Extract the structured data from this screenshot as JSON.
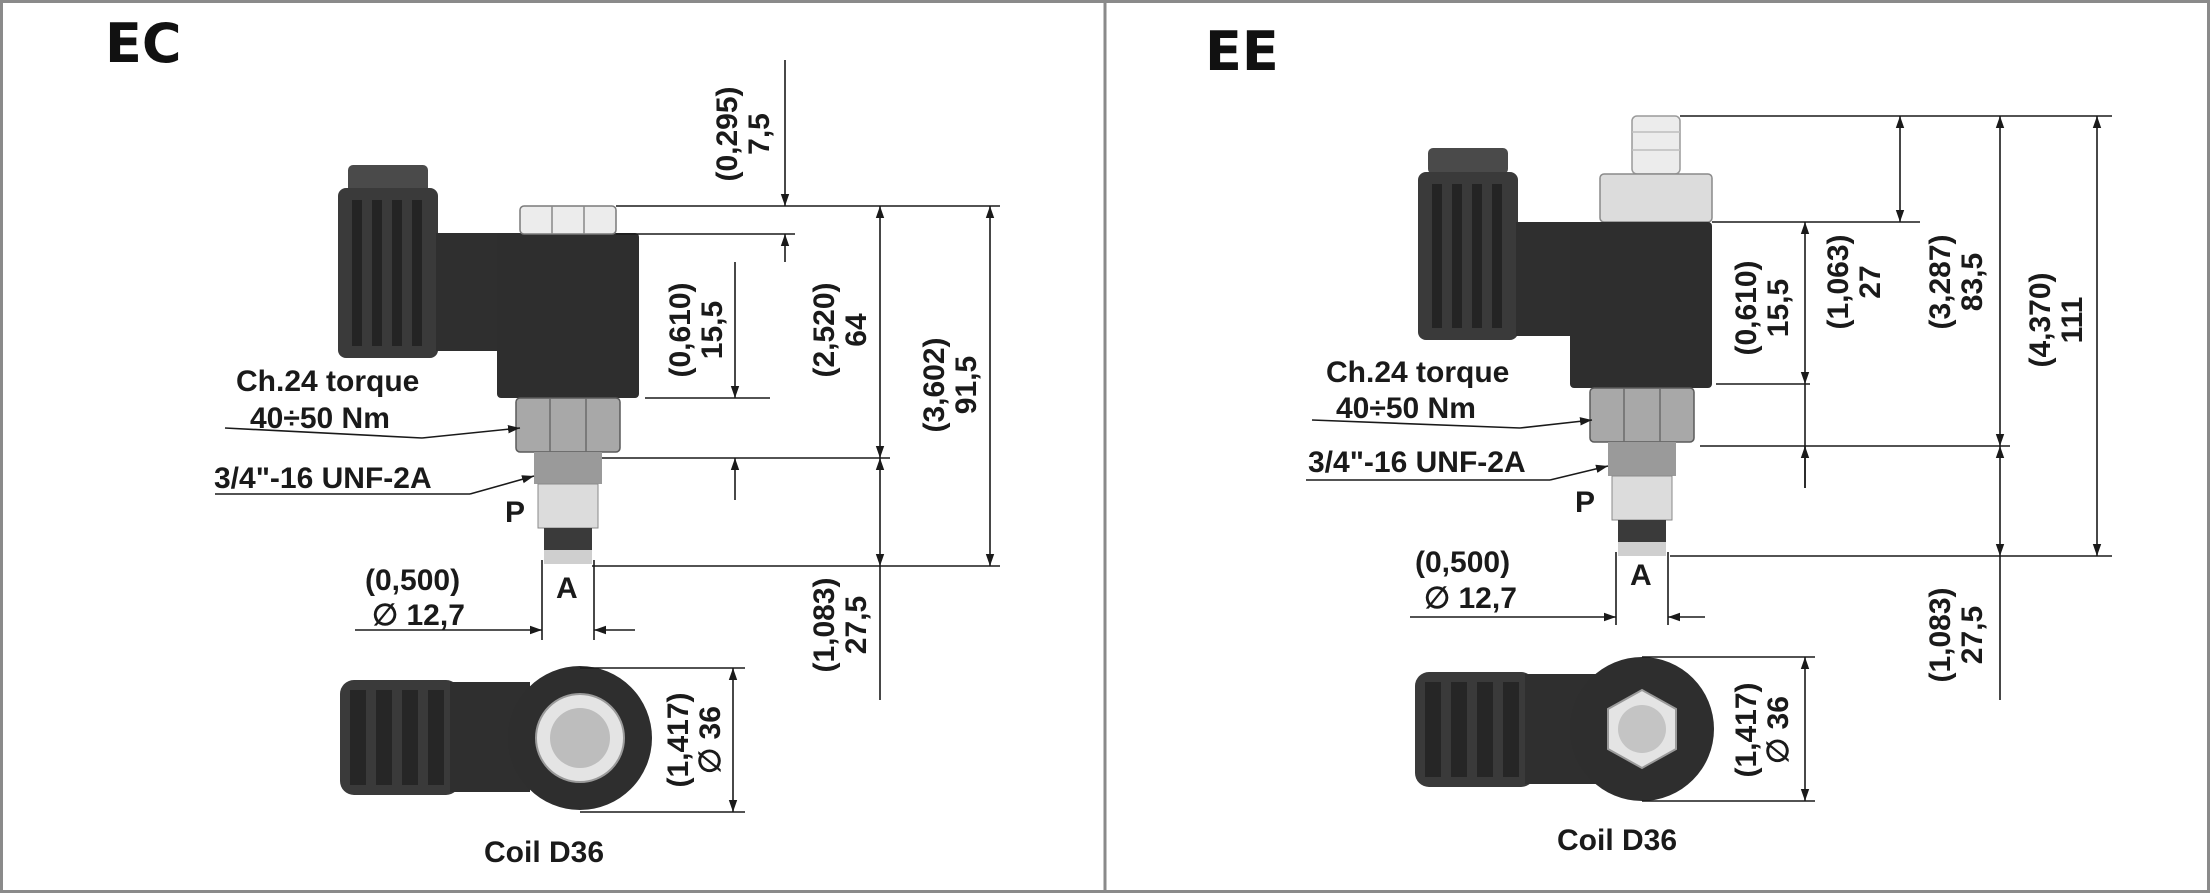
{
  "colors": {
    "frame": "#8a8a8a",
    "coil_body": "#2e2e2e",
    "connector": "#3a3a3a",
    "hex_nut": "#a8a8a8",
    "cartridge_light": "#dcdcdc",
    "manual_override": "#ececec",
    "ink": "#1a1a1a"
  },
  "icons": {
    "diameter": "diameter-symbol"
  },
  "left": {
    "title": "EC",
    "torque_label": "Ch.24 torque",
    "torque_value": "40÷50 Nm",
    "thread": "3/4\"-16 UNF-2A",
    "port_p": "P",
    "port_a": "A",
    "bore_inch": "0,500",
    "bore_mm": "12,7",
    "dims": [
      {
        "inch": "0,295",
        "mm": "7,5"
      },
      {
        "inch": "0,610",
        "mm": "15,5"
      },
      {
        "inch": "2,520",
        "mm": "64"
      },
      {
        "inch": "3,602",
        "mm": "91,5"
      },
      {
        "inch": "1,083",
        "mm": "27,5"
      }
    ],
    "coil_dim": {
      "inch": "1,417",
      "mm": "36"
    },
    "coil_label": "Coil D36"
  },
  "right": {
    "title": "EE",
    "torque_label": "Ch.24 torque",
    "torque_value": "40÷50 Nm",
    "thread": "3/4\"-16 UNF-2A",
    "port_p": "P",
    "port_a": "A",
    "bore_inch": "0,500",
    "bore_mm": "12,7",
    "dims": [
      {
        "inch": "0,610",
        "mm": "15,5"
      },
      {
        "inch": "1,063",
        "mm": "27"
      },
      {
        "inch": "3,287",
        "mm": "83,5"
      },
      {
        "inch": "4,370",
        "mm": "111"
      },
      {
        "inch": "1,083",
        "mm": "27,5"
      }
    ],
    "coil_dim": {
      "inch": "1,417",
      "mm": "36"
    },
    "coil_label": "Coil D36"
  }
}
